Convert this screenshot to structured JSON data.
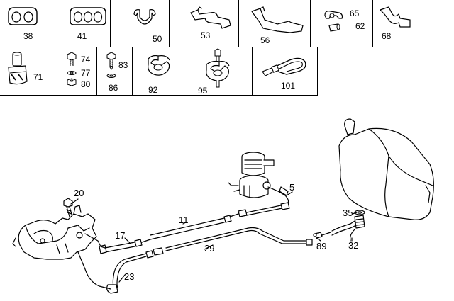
{
  "parts_table": {
    "row1": [
      "38",
      "41",
      "50",
      "53",
      "56",
      "65",
      "62",
      "68"
    ],
    "row2": [
      "71",
      "74",
      "77",
      "80",
      "83",
      "86",
      "92",
      "95",
      "101"
    ]
  },
  "callouts": [
    "20",
    "5",
    "11",
    "17",
    "29",
    "35",
    "89",
    "32",
    "23"
  ]
}
